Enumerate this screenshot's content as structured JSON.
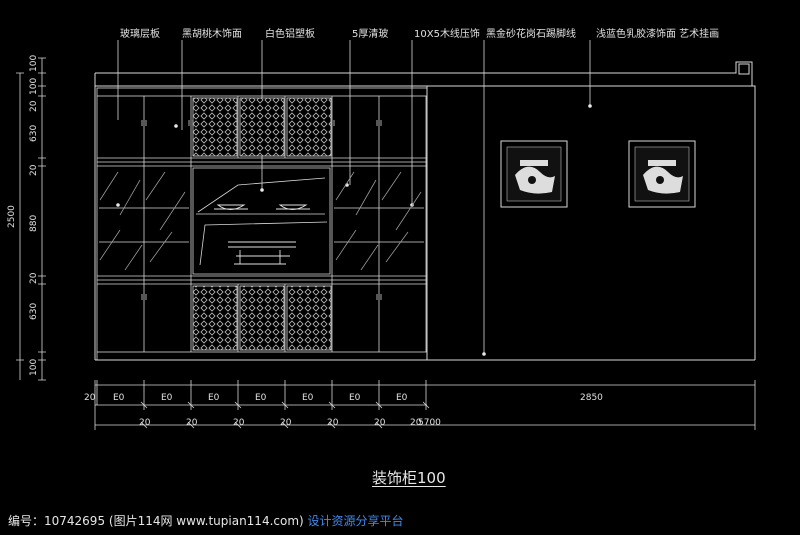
{
  "drawing": {
    "title": "装饰柜100",
    "callouts": [
      "玻璃层板",
      "黑胡桃木饰面",
      "白色铝塑板",
      "5厚清玻",
      "10X5木线压饰",
      "黑金砂花岗石踢脚线",
      "浅蓝色乳胶漆饰面 艺术挂画"
    ],
    "left_dims": [
      "100",
      "100",
      "20",
      "630",
      "20",
      "880",
      "20",
      "630",
      "100"
    ],
    "overall_height": "2500",
    "bottom_row1": [
      "20",
      "E0",
      "E0",
      "E0",
      "E0",
      "E0",
      "E0",
      "E0",
      "2850"
    ],
    "bottom_row2": [
      "20",
      "20",
      "20",
      "20",
      "20",
      "20",
      "20"
    ],
    "overall_width": "5700"
  },
  "watermark": {
    "prefix": "编号：10742695 (图片114网 www.tupian114.com)",
    "suffix": "设计资源分享平台"
  },
  "colors": {
    "background": "#000000",
    "line": "#d8d8d8",
    "text": "#e0e0e0",
    "accent": "#3d8bf0"
  }
}
